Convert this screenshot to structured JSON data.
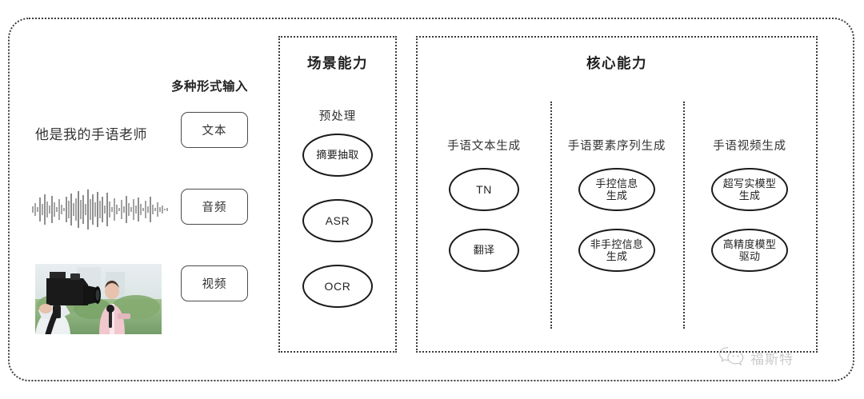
{
  "diagram": {
    "input_section": {
      "heading": "多种形式输入",
      "sentence_sample": "他是我的手语老师",
      "waveform_icon": "audio-waveform",
      "video_thumbnail_icon": "camera-filming-reporter-photo",
      "modalities": [
        {
          "label": "文本",
          "name": "text"
        },
        {
          "label": "音频",
          "name": "audio"
        },
        {
          "label": "视频",
          "name": "video"
        }
      ]
    },
    "scene_panel": {
      "title": "场景能力",
      "subtitle": "预处理",
      "nodes": [
        {
          "label": "摘要抽取",
          "latin": false
        },
        {
          "label": "ASR",
          "latin": true
        },
        {
          "label": "OCR",
          "latin": true
        }
      ]
    },
    "core_panel": {
      "title": "核心能力",
      "columns": [
        {
          "label": "手语文本生成",
          "nodes": [
            {
              "line1": "TN",
              "line2": "",
              "latin": true
            },
            {
              "line1": "翻译",
              "line2": "",
              "latin": false
            }
          ]
        },
        {
          "label": "手语要素序列生成",
          "nodes": [
            {
              "line1": "手控信息",
              "line2": "生成",
              "latin": false
            },
            {
              "line1": "非手控信息",
              "line2": "生成",
              "latin": false
            }
          ]
        },
        {
          "label": "手语视频生成",
          "nodes": [
            {
              "line1": "超写实模型",
              "line2": "生成",
              "latin": false
            },
            {
              "line1": "高精度模型",
              "line2": "驱动",
              "latin": false
            }
          ]
        }
      ]
    },
    "watermark": {
      "icon": "wechat-logo-icon",
      "text": "福斯特"
    }
  },
  "colors": {
    "background": "#ffffff",
    "border": "#3c3c3c",
    "node_stroke": "#1a1a1a",
    "text": "#2b2b2b"
  }
}
